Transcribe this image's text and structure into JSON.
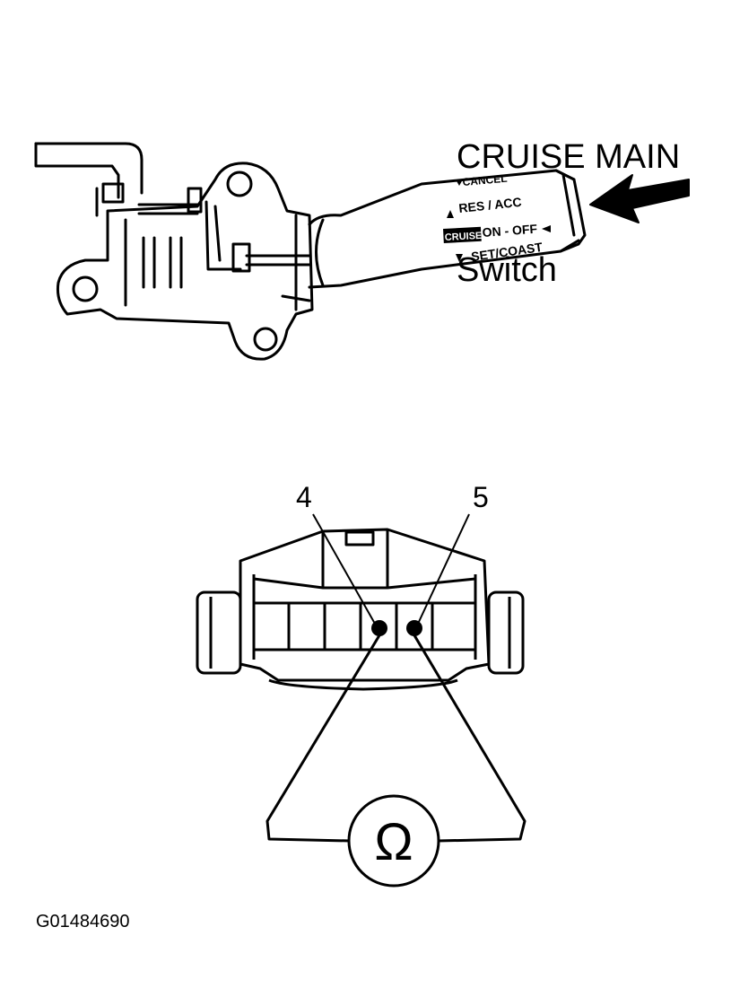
{
  "diagram": {
    "title_line1": "CRUISE MAIN",
    "title_line2": "Switch",
    "lever_labels": {
      "cancel": "CANCEL",
      "res_acc": "RES / ACC",
      "cruise_badge": "CRUISE",
      "on_off": "ON - OFF",
      "set_coast": "SET/COAST"
    },
    "terminal_left": "4",
    "terminal_right": "5",
    "ohmmeter_symbol": "Ω",
    "figure_id": "G01484690"
  },
  "colors": {
    "ink": "#000000",
    "paper": "#ffffff"
  }
}
